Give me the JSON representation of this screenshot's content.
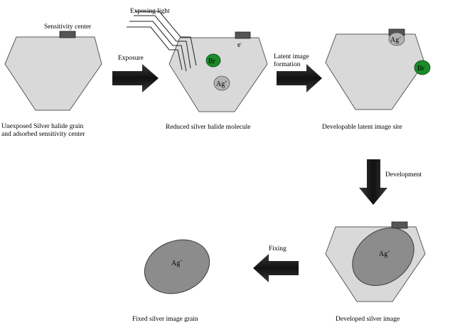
{
  "colors": {
    "grain": "#d9d9d9",
    "grain_stroke": "#5a5a5a",
    "silver": "#8c8c8c",
    "silver_dark": "#7a7a7a",
    "ag_circle": "#b3b3b3",
    "bromine": "#1a8a2a",
    "sensitivity_center": "#555555",
    "arrow": "#1a1a1a"
  },
  "labels": {
    "sensitivity_center": "Sensitivity center",
    "exposing_light": "Exposing light",
    "exposure": "Exposure",
    "latent_line1": "Latent image",
    "latent_line2": "formation",
    "development": "Development",
    "fixing": "Fixing",
    "caption_unexposed_line1": "Unexposed Silver halide grain",
    "caption_unexposed_line2": "and adsorbed sensitivity center",
    "caption_reduced": "Reduced silver halide molecule",
    "caption_developable": "Developable latent image site",
    "caption_developed": "Developed silver image",
    "caption_fixed": "Fixed silver image grain"
  },
  "ions": {
    "electron": "e",
    "electron_sup": "-",
    "bromine": "Br",
    "silver": "Ag",
    "silver_sup": "+"
  }
}
